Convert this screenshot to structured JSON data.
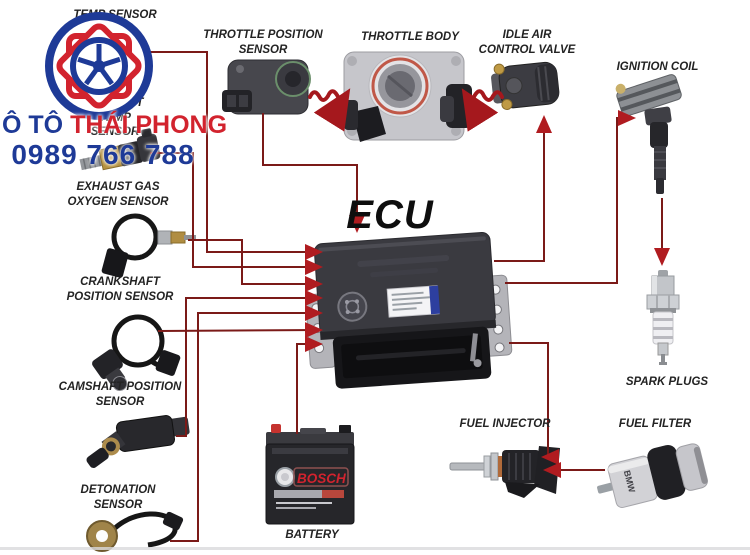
{
  "watermark": {
    "brand_blue": "Ô TÔ",
    "brand_red": "THÁI PHONG",
    "phone": "0989 766 788"
  },
  "ecu_title": "ECU",
  "parts": {
    "temp_sensor": {
      "label": "TEMP SENSOR"
    },
    "throttle_position_sensor": {
      "label": "THROTTLE POSITION SENSOR"
    },
    "throttle_body": {
      "label": "THROTTLE BODY"
    },
    "idle_air_control_valve": {
      "label": "IDLE AIR CONTROL VALVE"
    },
    "ignition_coil": {
      "label": "IGNITION COIL"
    },
    "coolant_temp_sensor": {
      "label": "COOLANT TEMP SENSOR"
    },
    "exhaust_gas_oxygen_sensor": {
      "label": "EXHAUST GAS OXYGEN SENSOR"
    },
    "crankshaft_position_sensor": {
      "label": "CRANKSHAFT POSITION SENSOR"
    },
    "camshaft_position_sensor": {
      "label": "CAMSHAFT POSITION SENSOR"
    },
    "detonation_sensor": {
      "label": "DETONATION SENSOR"
    },
    "spark_plugs": {
      "label": "SPARK PLUGS"
    },
    "fuel_injector": {
      "label": "FUEL INJECTOR"
    },
    "fuel_filter": {
      "label": "FUEL FILTER",
      "brand": "BMW"
    },
    "battery": {
      "label": "BATTERY",
      "brand": "BOSCH"
    }
  },
  "colors": {
    "wire": "#7b1a18",
    "arrowhead": "#b01c20",
    "watermark_blue": "#1e3a97",
    "watermark_red": "#d2232e",
    "label_text": "#232323"
  }
}
